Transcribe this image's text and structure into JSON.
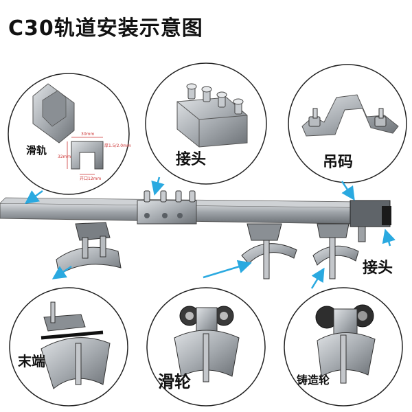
{
  "title": "C30轨道安装示意图",
  "labels": {
    "rail": "滑轨",
    "joint_top": "接头",
    "hanger": "吊码",
    "joint_right": "接头",
    "end_stop": "末端",
    "trolley": "滑轮",
    "cast_wheel": "铸造轮"
  },
  "dimensions": {
    "width": "30mm",
    "height": "32mm",
    "thickness": "厚1.5/2.0mm",
    "opening": "开口12mm"
  },
  "colors": {
    "arrow": "#2aa9e0",
    "circle_border": "#222222",
    "metal": "#a9adb2",
    "metal_dark": "#6d7277"
  }
}
